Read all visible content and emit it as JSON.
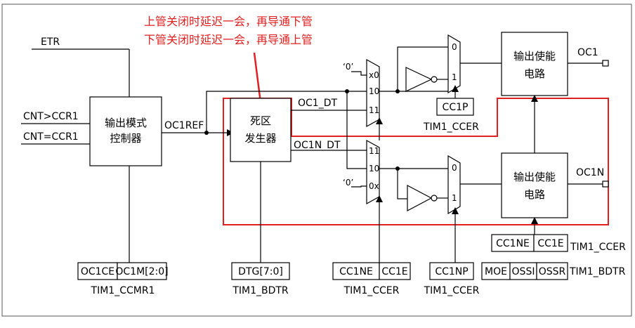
{
  "annotation": {
    "line1": "上管关闭时延迟一会，再导通下管",
    "line2": "下管关闭时延迟一会，再导通上管"
  },
  "signals": {
    "etr": "ETR",
    "cnt_gt": "CNT>CCR1",
    "cnt_eq": "CNT=CCR1",
    "oc1ref": "OC1REF",
    "oc1_dt": "OC1_DT",
    "oc1n_dt": "OC1N_DT",
    "oc1": "OC1",
    "oc1n": "OC1N",
    "zero_top": "‘0’",
    "zero_bottom": "‘0’"
  },
  "blocks": {
    "mode_ctrl_l1": "输出模式",
    "mode_ctrl_l2": "控制器",
    "deadtime_l1": "死区",
    "deadtime_l2": "发生器",
    "enable_top_l1": "输出使能",
    "enable_top_l2": "电路",
    "enable_bot_l1": "输出使能",
    "enable_bot_l2": "电路"
  },
  "mux": {
    "top_x0": "x0",
    "top_10": "10",
    "top_11": "11",
    "bot_11": "11",
    "bot_10": "10",
    "bot_0x": "0x",
    "sel_top_0": "0",
    "sel_top_1": "1",
    "sel_bot_0": "0",
    "sel_bot_1": "1"
  },
  "registers": {
    "oc1ce": "OC1CE",
    "oc1m": "OC1M[2:0]",
    "ccmr1": "TIM1_CCMR1",
    "dtg": "DTG[7:0]",
    "bdtr1": "TIM1_BDTR",
    "cc1ne_a": "CC1NE",
    "cc1e_a": "CC1E",
    "ccer_a": "TIM1_CCER",
    "cc1np": "CC1NP",
    "ccer_b": "TIM1_CCER",
    "cc1p": "CC1P",
    "ccer_c": "TIM1_CCER",
    "cc1ne_b": "CC1NE",
    "cc1e_b": "CC1E",
    "ccer_d": "TIM1_CCER",
    "moe": "MOE",
    "ossi": "OSSI",
    "ossr": "OSSR",
    "bdtr2": "TIM1_BDTR"
  }
}
